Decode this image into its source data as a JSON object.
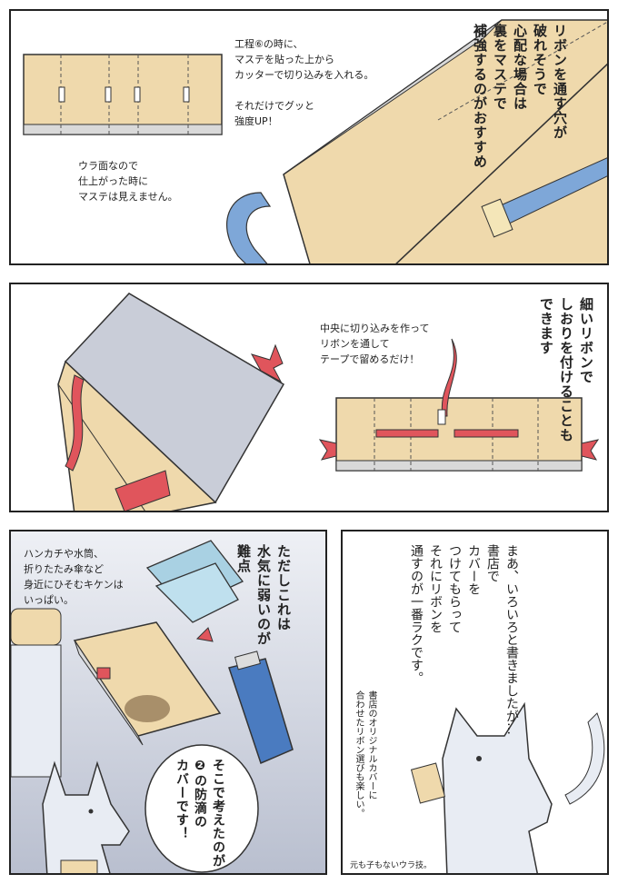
{
  "panel1": {
    "vertical_text": "リボンを通す穴が\n破れそうで\n心配な場合は\n裏をマステで\n補強するのがおすすめ",
    "note1": "工程⑥の時に、\nマステを貼った上から\nカッターで切り込みを入れる。\n\nそれだけでグッと\n強度UP！",
    "note2": "ウラ面なので\n仕上がった時に\nマステは見えません。"
  },
  "panel2": {
    "vertical_text": "細いリボンで\nしおりを付けることも\nできます",
    "note": "中央に切り込みを作って\nリボンを通して\nテープで留めるだけ！"
  },
  "panel3": {
    "note": "ハンカチや水筒、\n折りたたみ傘など\n身近にひそむキケンは\nいっぱい。",
    "vertical_text": "ただしこれは\n水気に弱いのが\n難点",
    "bubble": "そこで考えたのが\n❷の防滴の\nカバーです！"
  },
  "panel4": {
    "vertical_text": "まあ、いろいろと書きましたが…\n書店で\nカバーを\nつけてもらって\nそれにリボンを\n通すのが一番ラクです。",
    "small_note": "書店のオリジナルカバーに\n合わせたリボン選びも楽しい。",
    "caption": "元も子もないウラ技。"
  },
  "colors": {
    "kraft": "#efd9ac",
    "ribbon_blue": "#7ea7d8",
    "ribbon_red": "#e0555c",
    "grey_bg": "#c9cdd8"
  }
}
